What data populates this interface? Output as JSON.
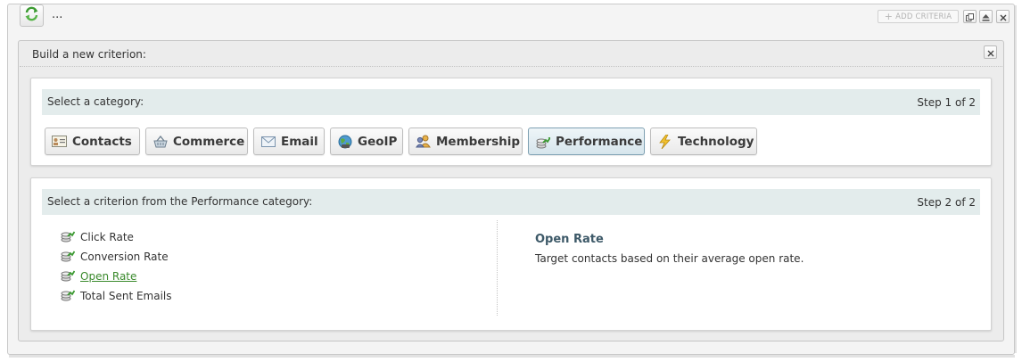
{
  "window": {
    "title": "...",
    "add_criteria_label": "ADD CRITERIA"
  },
  "builder": {
    "title": "Build a new criterion:"
  },
  "step1": {
    "label": "Select a category:",
    "step": "Step 1 of 2",
    "categories": [
      {
        "label": "Contacts",
        "icon": "contact-card-icon"
      },
      {
        "label": "Commerce",
        "icon": "basket-icon"
      },
      {
        "label": "Email",
        "icon": "envelope-icon"
      },
      {
        "label": "GeoIP",
        "icon": "globe-icon"
      },
      {
        "label": "Membership",
        "icon": "people-icon"
      },
      {
        "label": "Performance",
        "icon": "performance-icon"
      },
      {
        "label": "Technology",
        "icon": "lightning-icon"
      }
    ],
    "selected": "Performance"
  },
  "step2": {
    "label": "Select a criterion from the Performance category:",
    "step": "Step 2 of 2",
    "criteria": [
      "Click Rate",
      "Conversion Rate",
      "Open Rate",
      "Total Sent Emails"
    ],
    "selected": "Open Rate",
    "detail": {
      "title": "Open Rate",
      "description": "Target contacts based on their average open rate."
    }
  },
  "colors": {
    "header_band": "#e3ecec",
    "active_link": "#3a8a2c",
    "detail_title": "#3d5968",
    "active_button_border": "#7fa1b3"
  }
}
